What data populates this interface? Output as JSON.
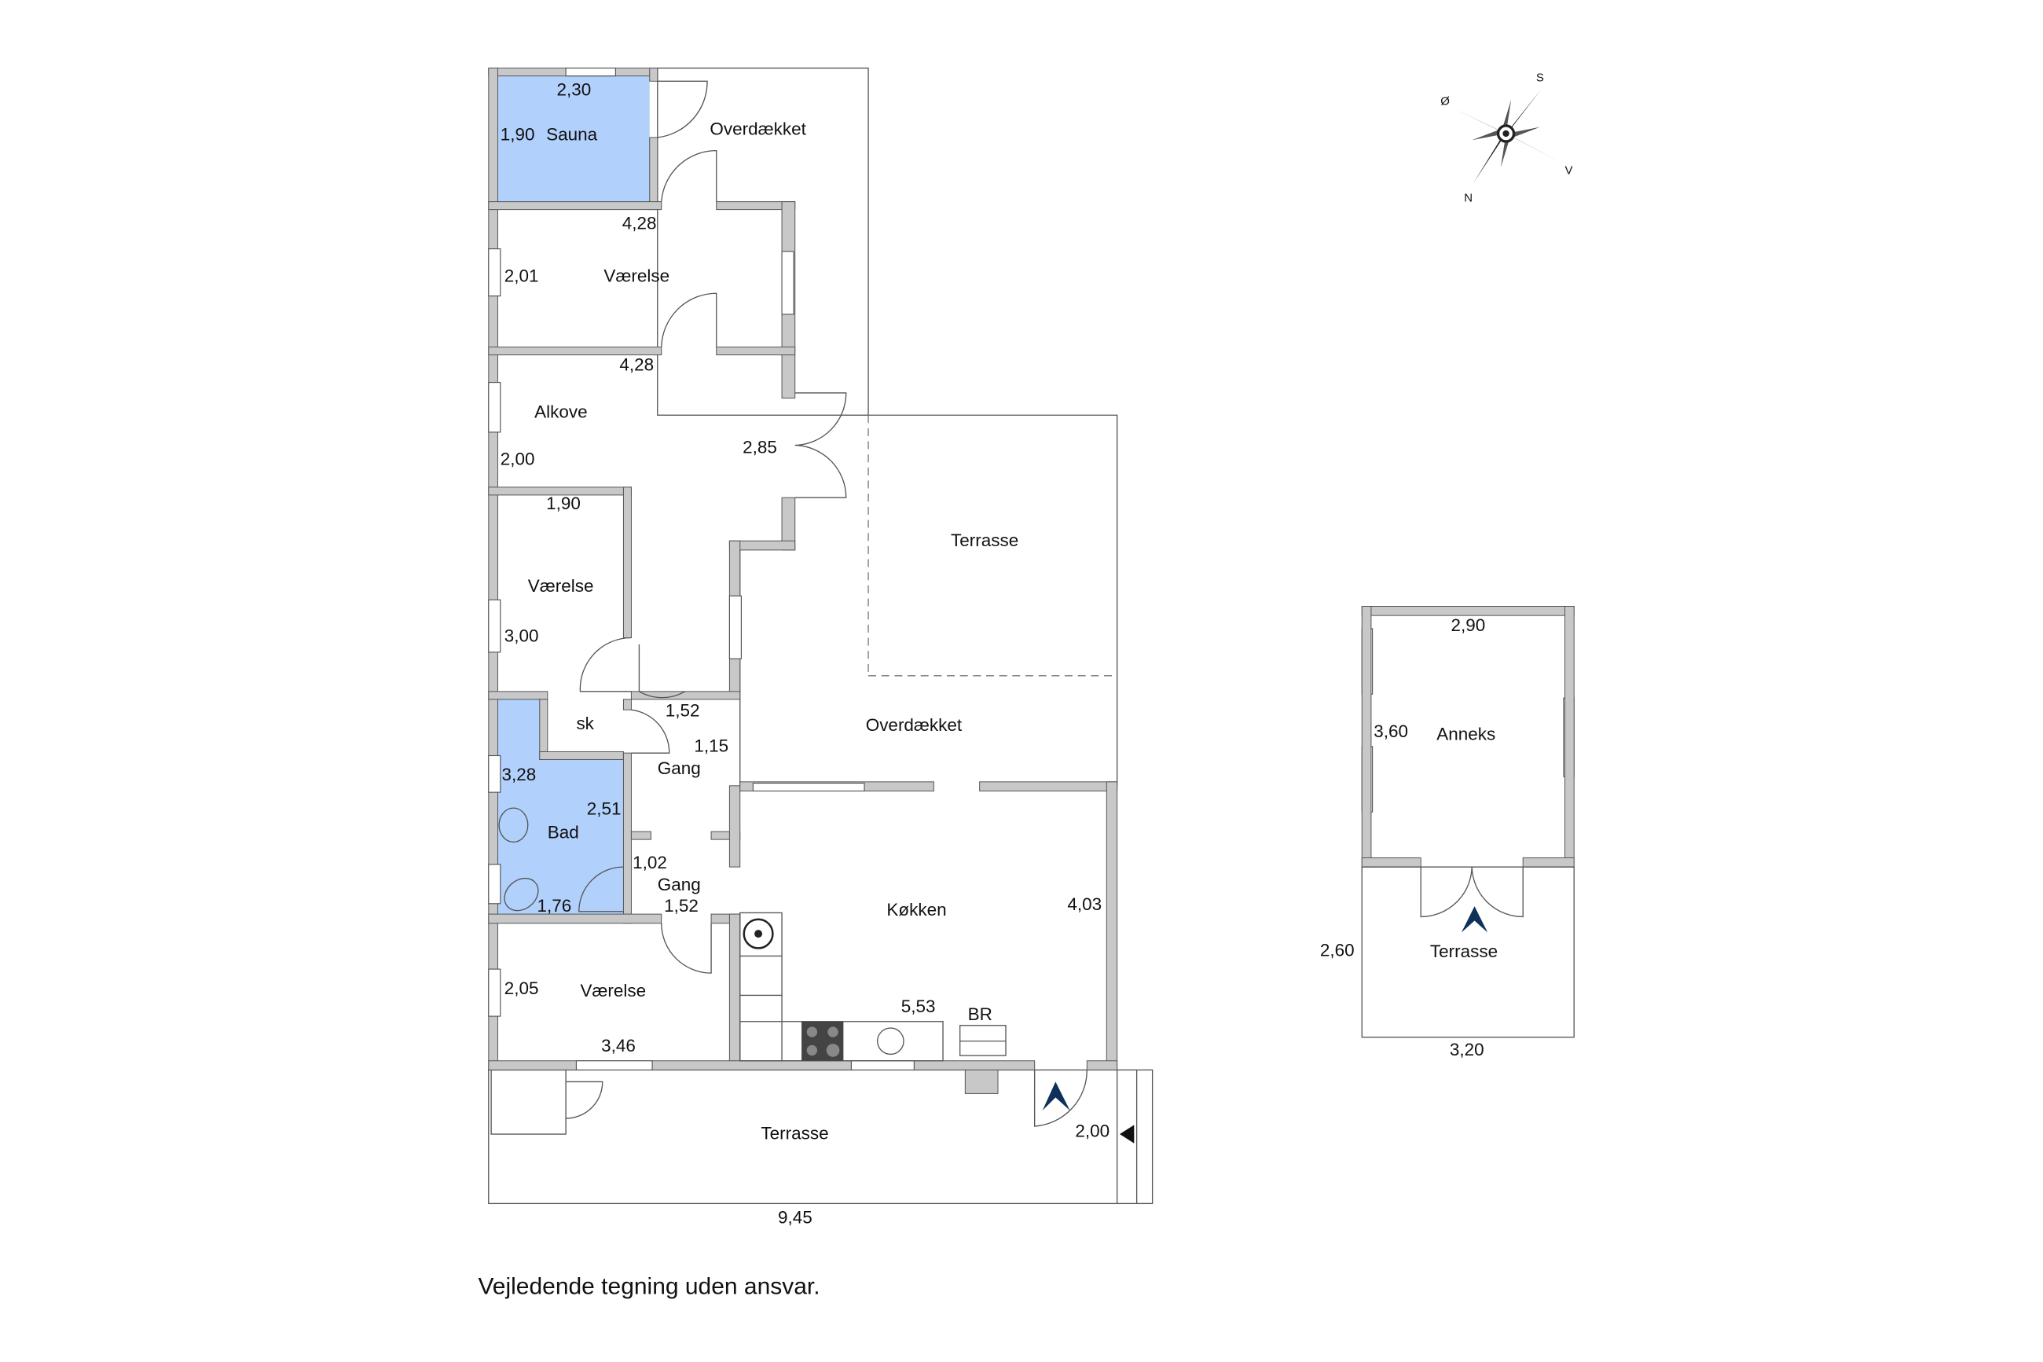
{
  "main_house": {
    "sauna": {
      "label": "Sauna",
      "width": "2,30",
      "depth": "1,90"
    },
    "covered_top": {
      "label": "Overdækket"
    },
    "room1": {
      "label": "Værelse",
      "width": "4,28",
      "depth": "2,01"
    },
    "alcove": {
      "label": "Alkove",
      "width": "4,28",
      "depth": "2,00",
      "side": "2,85"
    },
    "terrace_right": {
      "label": "Terrasse"
    },
    "room2": {
      "label": "Værelse",
      "width": "1,90",
      "depth": "3,00"
    },
    "closet": {
      "label": "sk"
    },
    "hall1": {
      "label": "Gang",
      "width": "1,52",
      "depth": "1,15"
    },
    "covered_mid": {
      "label": "Overdækket"
    },
    "bath": {
      "label": "Bad",
      "depth": "3,28",
      "width": "2,51",
      "bottom": "1,76"
    },
    "hall2": {
      "label": "Gang",
      "depth": "1,02",
      "width": "1,52"
    },
    "kitchen": {
      "label": "Køkken",
      "depth": "4,03",
      "width": "5,53",
      "br": "BR"
    },
    "room3": {
      "label": "Værelse",
      "depth": "2,05",
      "width": "3,46"
    },
    "terrace_bottom": {
      "label": "Terrasse",
      "depth": "2,00",
      "width": "9,45"
    }
  },
  "annex": {
    "label": "Anneks",
    "width": "2,90",
    "depth": "3,60",
    "terrace": {
      "label": "Terrasse",
      "depth": "2,60",
      "width": "3,20"
    }
  },
  "compass": {
    "s": "S",
    "o": "Ø",
    "v": "V",
    "n": "N"
  },
  "disclaimer": "Vejledende tegning uden ansvar.",
  "colors": {
    "wet_room": "#b1d0fc",
    "wall": "#c8c8c8",
    "entrance_marker": "#0d3158"
  }
}
